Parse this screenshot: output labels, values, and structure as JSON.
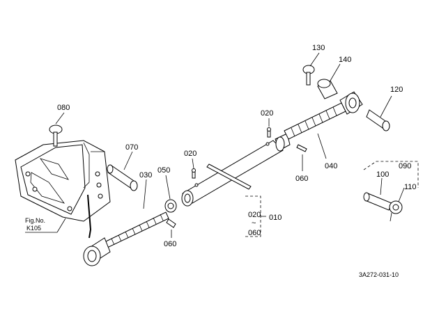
{
  "diagram": {
    "labels": {
      "p130": "130",
      "p140": "140",
      "p120": "120",
      "p080": "080",
      "p070": "070",
      "p030": "030",
      "p050": "050",
      "p020a": "020",
      "p020b": "020",
      "p040": "040",
      "p060a": "060",
      "p060b": "060",
      "p060c": "060",
      "p020c": "020",
      "p010": "010",
      "tilde": "~",
      "p090": "090",
      "p100": "100",
      "p110": "110",
      "fig_no": "Fig.No.",
      "fig_ref": "K105",
      "code": "3A272-031-10"
    }
  }
}
